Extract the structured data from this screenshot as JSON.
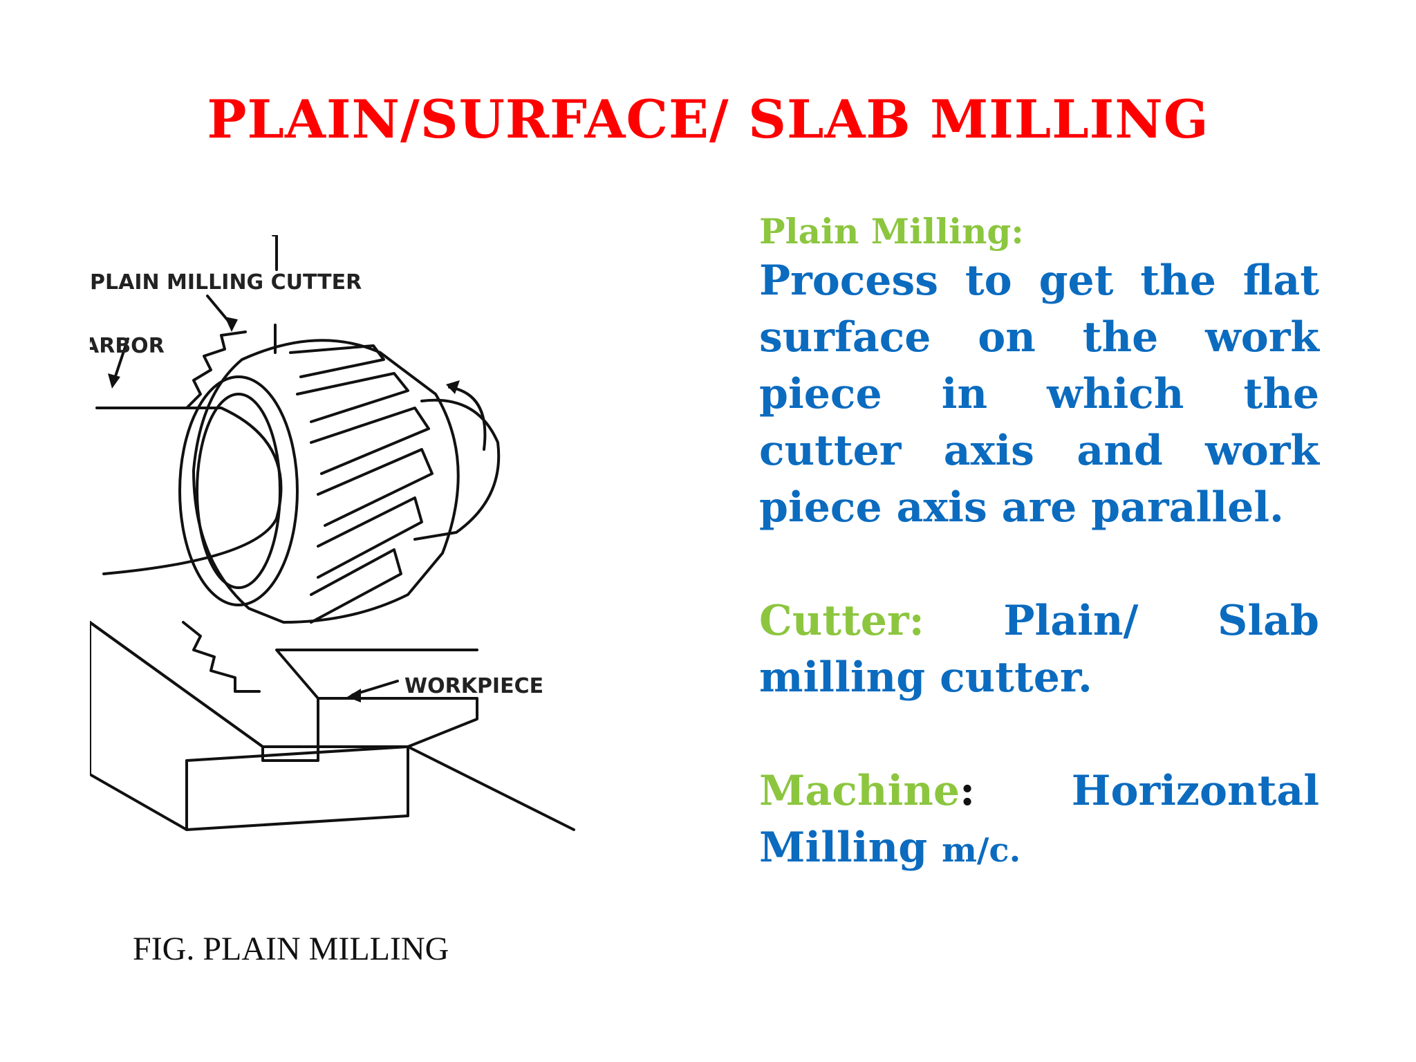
{
  "slide": {
    "title": "PLAIN/SURFACE/ SLAB MILLING"
  },
  "figure": {
    "labels": {
      "cutter": "PLAIN MILLING CUTTER",
      "arbor": "ARBOR",
      "workpiece": "WORKPIECE"
    },
    "caption": "FIG. PLAIN MILLING"
  },
  "content": {
    "plain_milling_heading": "Plain Milling:",
    "plain_milling_text": "Process to get the flat surface on the work piece in which the cutter axis and work piece axis are parallel.",
    "cutter_heading": "Cutter:",
    "cutter_text": "Plain/ Slab milling cutter.",
    "machine_heading": "Machine",
    "machine_colon": ":",
    "machine_text": "Horizontal Milling",
    "machine_suffix": "m/c."
  },
  "colors": {
    "title": "#ff0000",
    "heading_green": "#8cc63f",
    "body_blue": "#0b6bbf"
  }
}
